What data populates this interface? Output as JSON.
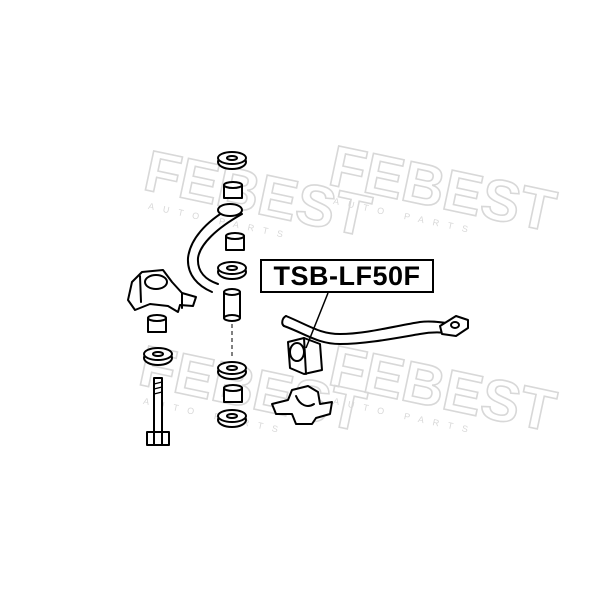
{
  "part_number": "TSB-LF50F",
  "watermark": {
    "brand": "FEBEST",
    "tagline": "AUTO PARTS"
  },
  "colors": {
    "line": "#000000",
    "watermark": "#d8d8d8",
    "background": "#ffffff"
  }
}
